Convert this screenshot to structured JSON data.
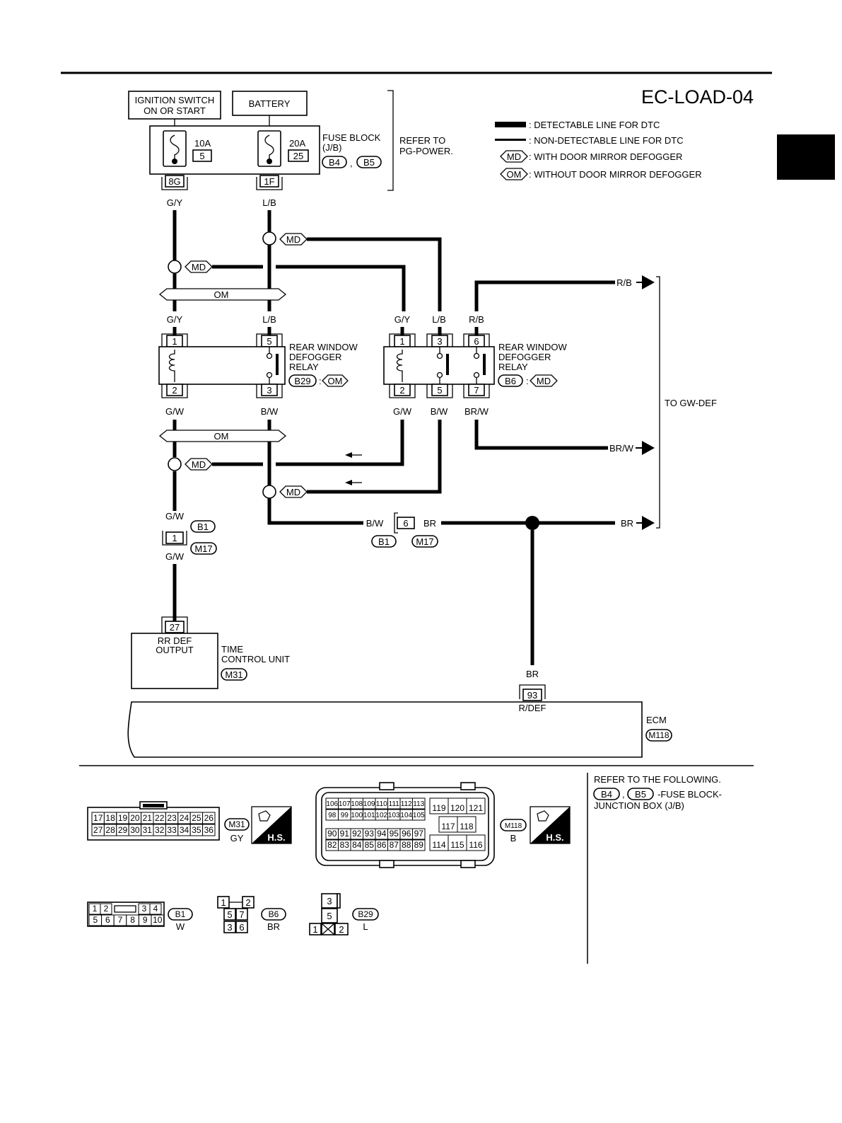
{
  "page": {
    "code": "EC-LOAD-04"
  },
  "legend": {
    "detectable": ": DETECTABLE LINE FOR DTC",
    "non_detectable": ": NON-DETECTABLE LINE FOR DTC",
    "md_tag": "MD",
    "md_text": ": WITH DOOR MIRROR DEFOGGER",
    "om_tag": "OM",
    "om_text": ": WITHOUT DOOR MIRROR DEFOGGER"
  },
  "supply": {
    "ignition_line1": "IGNITION SWITCH",
    "ignition_line2": "ON OR START",
    "battery": "BATTERY",
    "fuse1_amp": "10A",
    "fuse1_no": "5",
    "fuse2_amp": "20A",
    "fuse2_no": "25",
    "fuse_block_line1": "FUSE BLOCK",
    "fuse_block_line2": "(J/B)",
    "fb_conn1": "B4",
    "comma": ",",
    "fb_conn2": "B5",
    "term1": "8G",
    "term2": "1F",
    "refer_line1": "REFER TO",
    "refer_line2": "PG-POWER."
  },
  "wires": {
    "gy": "G/Y",
    "lb": "L/B",
    "gw": "G/W",
    "bw": "B/W",
    "rb": "R/B",
    "brw": "BR/W",
    "br": "BR"
  },
  "variants": {
    "md": "MD",
    "om": "OM"
  },
  "relay1": {
    "pin1": "1",
    "pin2": "2",
    "pin3": "3",
    "pin5": "5",
    "line1": "REAR WINDOW",
    "line2": "DEFOGGER",
    "line3": "RELAY",
    "conn": "B29",
    "colon": ":",
    "variant": "OM"
  },
  "relay2": {
    "pin1": "1",
    "pin2": "2",
    "pin3": "3",
    "pin5": "5",
    "pin6": "6",
    "pin7": "7",
    "line1": "REAR WINDOW",
    "line2": "DEFOGGER",
    "line3": "RELAY",
    "conn": "B6",
    "colon": ":",
    "variant": "MD"
  },
  "gw_def": "TO GW-DEF",
  "joint": {
    "pin_left": "1",
    "conn_b1": "B1",
    "conn_m17": "M17",
    "pin_mid": "6"
  },
  "tcu": {
    "pin": "27",
    "line1": "RR DEF",
    "line2": "OUTPUT",
    "label1": "TIME",
    "label2": "CONTROL UNIT",
    "conn": "M31"
  },
  "ecm": {
    "pin": "93",
    "pin_name": "R/DEF",
    "label": "ECM",
    "conn": "M118"
  },
  "connectors": {
    "m31_row1": [
      "17",
      "18",
      "19",
      "20",
      "21",
      "22",
      "23",
      "24",
      "25",
      "26"
    ],
    "m31_row2": [
      "27",
      "28",
      "29",
      "30",
      "31",
      "32",
      "33",
      "34",
      "35",
      "36"
    ],
    "m31_id": "M31",
    "m31_color": "GY",
    "hs": "H.S.",
    "m118_row1": [
      "106",
      "107",
      "108",
      "109",
      "110",
      "111",
      "112",
      "113"
    ],
    "m118_row2": [
      "98",
      "99",
      "100",
      "101",
      "102",
      "103",
      "104",
      "105"
    ],
    "m118_row3": [
      "90",
      "91",
      "92",
      "93",
      "94",
      "95",
      "96",
      "97"
    ],
    "m118_row4": [
      "82",
      "83",
      "84",
      "85",
      "86",
      "87",
      "88",
      "89"
    ],
    "m118_right_top": [
      "119",
      "120",
      "121"
    ],
    "m118_right_mid": [
      "117",
      "118"
    ],
    "m118_right_bot": [
      "114",
      "115",
      "116"
    ],
    "m118_id": "M118",
    "m118_color": "B",
    "b1_top": [
      "1",
      "2",
      "3",
      "4"
    ],
    "b1_bot": [
      "5",
      "6",
      "7",
      "8",
      "9",
      "10"
    ],
    "b1_id": "B1",
    "b1_color": "W",
    "b6_top": [
      "1",
      "2"
    ],
    "b6_mid": [
      "5",
      "7"
    ],
    "b6_bot": [
      "3",
      "6"
    ],
    "b6_id": "B6",
    "b6_color": "BR",
    "b29_top": "3",
    "b29_mid": "5",
    "b29_bl": "1",
    "b29_br": "2",
    "b29_id": "B29",
    "b29_color": "L"
  },
  "refer": {
    "line1": "REFER TO THE FOLLOWING.",
    "conn1": "B4",
    "comma": ",",
    "conn2": "B5",
    "line2": "-FUSE BLOCK-",
    "line3": "JUNCTION BOX (J/B)"
  }
}
